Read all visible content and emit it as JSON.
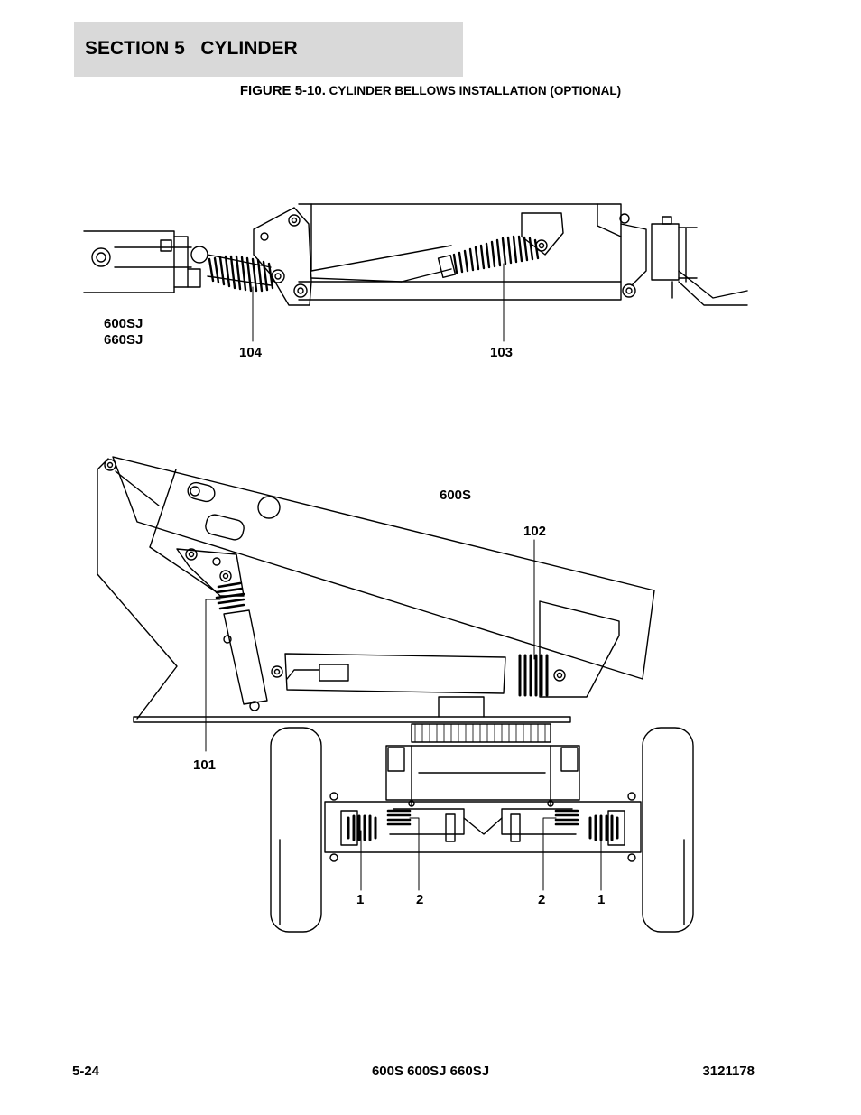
{
  "header": {
    "section_title": "SECTION 5   CYLINDER"
  },
  "figure": {
    "number": "FIGURE 5-10.",
    "title": " CYLINDER BELLOWS INSTALLATION (OPTIONAL)"
  },
  "top_view": {
    "model_lines": [
      "600SJ",
      "660SJ"
    ],
    "callouts": [
      "104",
      "103"
    ]
  },
  "bottom_view": {
    "model": "600S",
    "callouts": [
      "102",
      "101",
      "1",
      "2",
      "2",
      "1"
    ]
  },
  "footer": {
    "page": "5-24",
    "models": "600S 600SJ 660SJ",
    "doc_number": "3121178"
  }
}
